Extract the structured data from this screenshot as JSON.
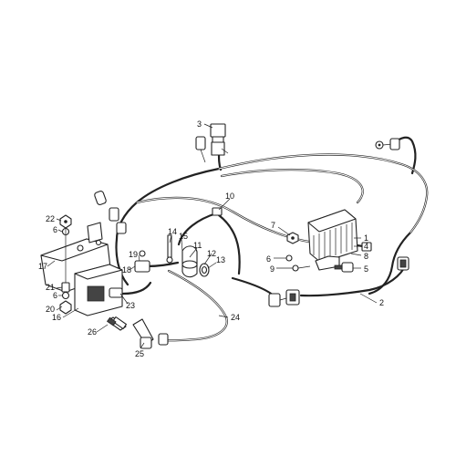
{
  "callouts": [
    {
      "key": "c1",
      "text": "1"
    },
    {
      "key": "c2",
      "text": "2"
    },
    {
      "key": "c3",
      "text": "3"
    },
    {
      "key": "c4",
      "text": "4"
    },
    {
      "key": "c5",
      "text": "5"
    },
    {
      "key": "c6a",
      "text": "6"
    },
    {
      "key": "c6b",
      "text": "6"
    },
    {
      "key": "c6c",
      "text": "6"
    },
    {
      "key": "c7",
      "text": "7"
    },
    {
      "key": "c8",
      "text": "8"
    },
    {
      "key": "c9",
      "text": "9"
    },
    {
      "key": "c10",
      "text": "10"
    },
    {
      "key": "c11",
      "text": "11"
    },
    {
      "key": "c12",
      "text": "12"
    },
    {
      "key": "c13",
      "text": "13"
    },
    {
      "key": "c14",
      "text": "14"
    },
    {
      "key": "c15",
      "text": "15"
    },
    {
      "key": "c16",
      "text": "16"
    },
    {
      "key": "c17",
      "text": "17"
    },
    {
      "key": "c18",
      "text": "18"
    },
    {
      "key": "c19",
      "text": "19"
    },
    {
      "key": "c20",
      "text": "20"
    },
    {
      "key": "c21",
      "text": "21"
    },
    {
      "key": "c22",
      "text": "22"
    },
    {
      "key": "c23",
      "text": "23"
    },
    {
      "key": "c24",
      "text": "24"
    },
    {
      "key": "c25",
      "text": "25"
    },
    {
      "key": "c26",
      "text": "26"
    }
  ]
}
